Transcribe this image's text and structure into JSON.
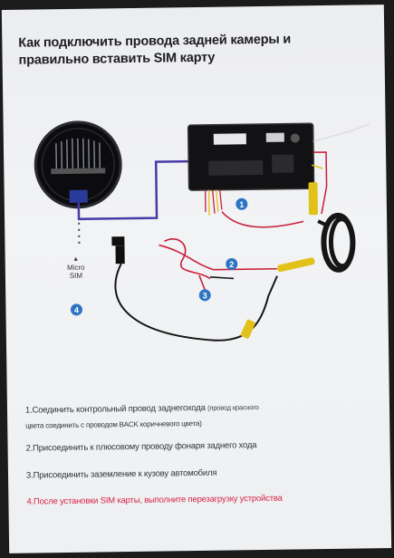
{
  "title": {
    "line1": "Как подключить провода задней камеры и",
    "line2": "правильно вставить SIM карту"
  },
  "micro_sim": {
    "line1": "Micro",
    "line2": "SIM",
    "badge": "4"
  },
  "badges": {
    "one": "1",
    "two": "2",
    "three": "3"
  },
  "steps": {
    "s1_main": "1.Соединить контрольный провод заднегохода",
    "s1_note_a": "(провод красного",
    "s1_note_b": "цвета соединить с проводом BACK коричневого цвета)",
    "s2": "2.Присоединить к плюсовому проводу фонаря заднего хода",
    "s3": "3.Присоединить заземление к кузову автомобиля",
    "s4": "4.После установки SIM карты, выполните перезагрузку устройства"
  },
  "colors": {
    "paper": "#eef0f2",
    "text": "#1d1d22",
    "warning": "#d9234a",
    "badge": "#2d74c4",
    "purple_wire": "#4a3aa6",
    "red_wire": "#c81d3a",
    "black_wire": "#151515",
    "yellow_connector": "#e2c21a"
  },
  "icons": [
    "head-unit-icon",
    "connector-circle-icon",
    "camera-cable-icon",
    "power-plug-icon",
    "sim-card-icon"
  ]
}
